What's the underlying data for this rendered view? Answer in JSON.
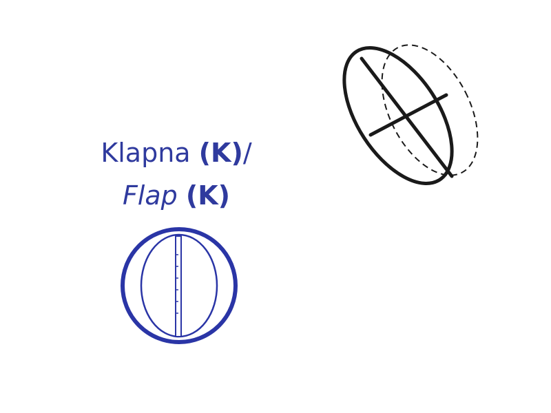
{
  "label": {
    "klapna_text": "Klapna",
    "klapna_code": "(K)",
    "separator": "/",
    "flap_text": "Flap",
    "flap_code": "(K)"
  },
  "colors": {
    "symbol_blue": "#2a35a6",
    "text_blue": "#2f3a9e",
    "sketch_black": "#1a1a1a"
  },
  "icons": {
    "flap_symbol": "flap-damper-symbol-icon",
    "flap_sketch": "flap-damper-sketch-icon"
  }
}
